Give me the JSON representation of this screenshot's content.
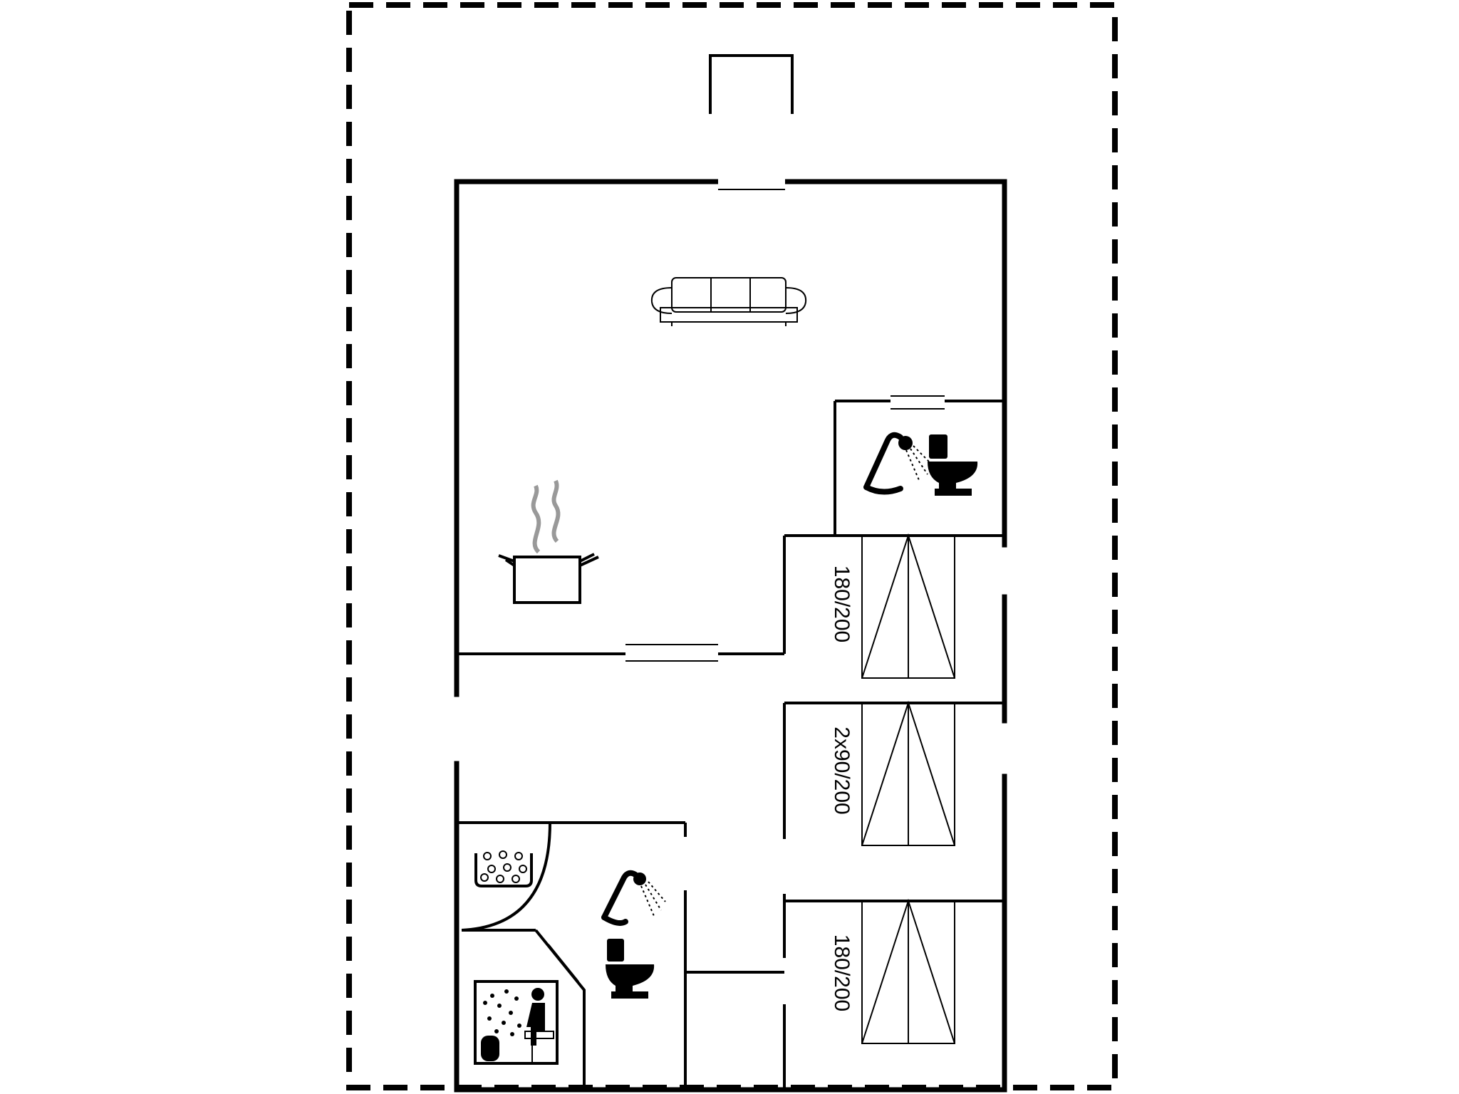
{
  "plan": {
    "bed_labels": [
      "180/200",
      "2x90/200",
      "180/200"
    ],
    "icons": [
      "sofa-icon",
      "cooking-pot-icon",
      "shower-icon",
      "toilet-icon",
      "sauna-icon",
      "whirlpool-icon"
    ],
    "colors": {
      "line": "#000000",
      "background": "#ffffff",
      "steam": "#999999"
    }
  }
}
